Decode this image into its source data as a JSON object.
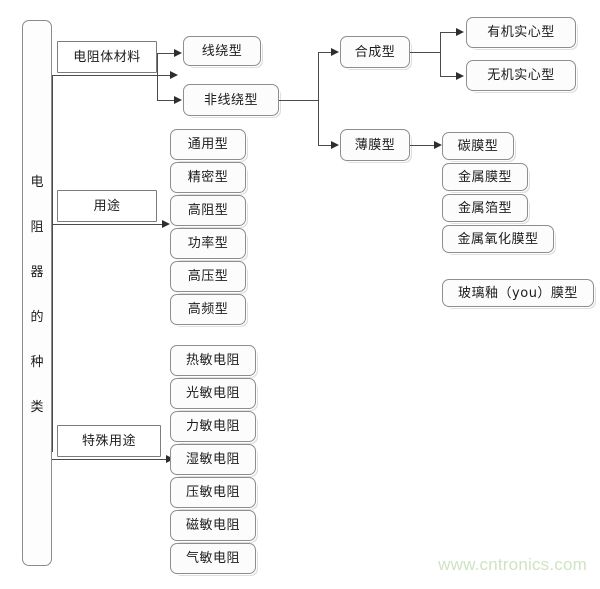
{
  "diagram": {
    "title_vertical": [
      "电",
      "阻",
      "器",
      "的",
      "种",
      "类"
    ],
    "title_plain": "电阻器的种类",
    "watermark": "www.cntronics.com",
    "colors": {
      "box_border": "#8e8e8e",
      "connector": "#4a4a4a",
      "arrow": "#2e2e2e",
      "watermark": "#cfe3c4",
      "background": "#ffffff"
    },
    "branches": [
      {
        "label": "电阻体材料"
      },
      {
        "label": "用途"
      },
      {
        "label": "特殊用途"
      }
    ],
    "material_types": [
      {
        "label": "线绕型"
      },
      {
        "label": "非线绕型"
      }
    ],
    "non_wirewound_types": [
      {
        "label": "合成型"
      },
      {
        "label": "薄膜型"
      }
    ],
    "synthetic_types": [
      {
        "label": "有机实心型"
      },
      {
        "label": "无机实心型"
      }
    ],
    "film_types": [
      {
        "label": "碳膜型"
      },
      {
        "label": "金属膜型"
      },
      {
        "label": "金属箔型"
      },
      {
        "label": "金属氧化膜型"
      },
      {
        "label": "玻璃釉（you）膜型"
      }
    ],
    "usage_types": [
      {
        "label": "通用型"
      },
      {
        "label": "精密型"
      },
      {
        "label": "高阻型"
      },
      {
        "label": "功率型"
      },
      {
        "label": "高压型"
      },
      {
        "label": "高频型"
      }
    ],
    "special_usage_types": [
      {
        "label": "热敏电阻"
      },
      {
        "label": "光敏电阻"
      },
      {
        "label": "力敏电阻"
      },
      {
        "label": "湿敏电阻"
      },
      {
        "label": "压敏电阻"
      },
      {
        "label": "磁敏电阻"
      },
      {
        "label": "气敏电阻"
      }
    ]
  }
}
